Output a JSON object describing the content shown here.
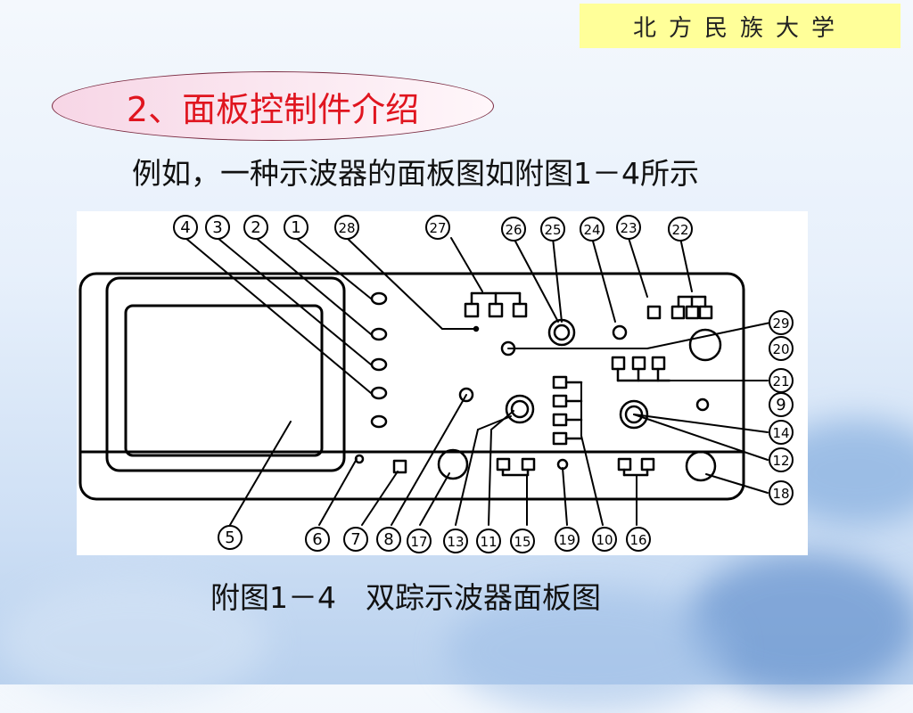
{
  "logo": {
    "text": "北方民族大学"
  },
  "slide": {
    "title": "2、面板控制件介绍",
    "subtitle": "例如，一种示波器的面板图如附图1－4所示",
    "caption": "附图1－4　双踪示波器面板图"
  },
  "diagram": {
    "callouts": [
      "4",
      "3",
      "2",
      "1",
      "28",
      "27",
      "26",
      "25",
      "24",
      "23",
      "22",
      "29",
      "20",
      "21",
      "9",
      "14",
      "12",
      "18",
      "5",
      "6",
      "7",
      "8",
      "17",
      "13",
      "11",
      "15",
      "19",
      "10",
      "16"
    ]
  }
}
